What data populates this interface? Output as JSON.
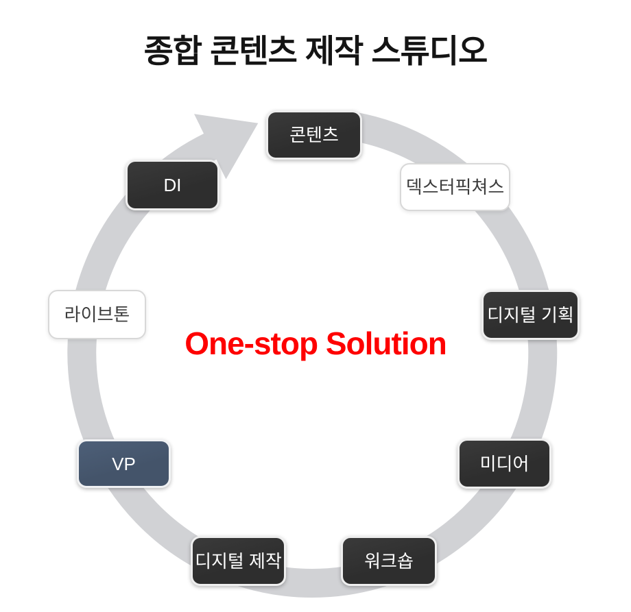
{
  "title": "종합 콘텐츠 제작 스튜디오",
  "center_label": "One-stop Solution",
  "nodes": [
    {
      "label": "콘텐츠",
      "style": "dark",
      "position": "top"
    },
    {
      "label": "덱스터픽쳐스",
      "style": "light",
      "position": "top-right"
    },
    {
      "label": "디지털 기획",
      "style": "dark",
      "position": "right"
    },
    {
      "label": "미디어",
      "style": "dark",
      "position": "bottom-right"
    },
    {
      "label": "워크숍",
      "style": "dark",
      "position": "bottom"
    },
    {
      "label": "디지털 제작",
      "style": "dark",
      "position": "bottom-left"
    },
    {
      "label": "VP",
      "style": "accent",
      "position": "left"
    },
    {
      "label": "라이브톤",
      "style": "light",
      "position": "upper-left"
    },
    {
      "label": "DI",
      "style": "dark",
      "position": "top-left"
    }
  ],
  "colors": {
    "ring": "#d1d2d5",
    "dark_node_fill": "#2e2e2e",
    "accent_node_fill": "#44546a",
    "light_node_fill": "#ffffff",
    "light_node_border": "#d8d8d8",
    "dark_node_text": "#ffffff",
    "light_node_text": "#3c3c3c",
    "center_text": "#fe0000",
    "title_text": "#141414"
  }
}
